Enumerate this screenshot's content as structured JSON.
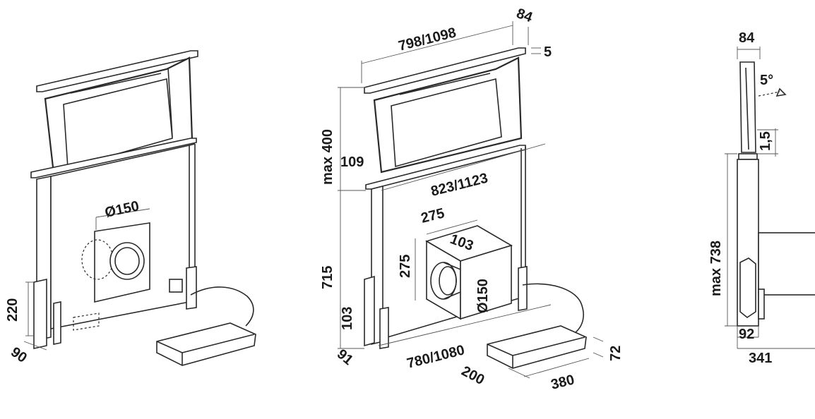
{
  "figures": {
    "left": {
      "diameter": "Ø150",
      "height_base": "220",
      "depth_base": "90"
    },
    "middle": {
      "top_width": "798/1098",
      "top_depth": "84",
      "top_gap": "5",
      "max_height": "max 400",
      "step_height": "109",
      "body_width": "823/1123",
      "motor_width": "275",
      "motor_height": "275",
      "motor_depth": "103",
      "motor_diameter": "Ø150",
      "total_height": "715",
      "base_height": "103",
      "base_depth": "91",
      "base_width": "780/1080",
      "box_height": "72",
      "box_depth": "200",
      "box_width": "380"
    },
    "right": {
      "top_depth": "84",
      "angle": "5°",
      "offset": "1,5",
      "max_height": "max 738",
      "base_depth": "92",
      "total_depth": "341"
    }
  }
}
